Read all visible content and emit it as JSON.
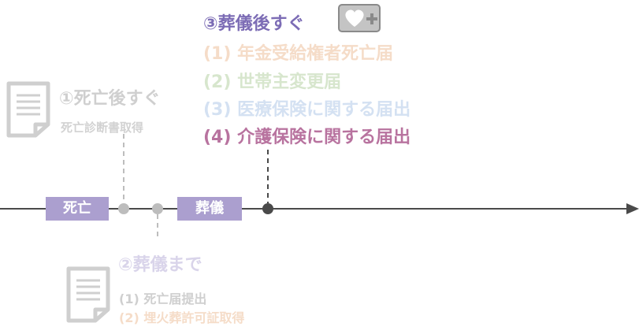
{
  "colors": {
    "timeline": "#4a4a4a",
    "event_box": "#ab9fcf",
    "faded_gray": "#cfcfcf",
    "purple_text": "#7c6cb5",
    "orange_text": "#f5dcc8",
    "green_text": "#d7e6cd",
    "blue_text": "#d4e1f2",
    "highlight_text": "#b8739f"
  },
  "events": {
    "death_label": "死亡",
    "funeral_label": "葬儀"
  },
  "step1": {
    "title": "①死亡後すぐ",
    "items": [
      "死亡診断書取得"
    ]
  },
  "step2": {
    "title": "②葬儀まで",
    "items": [
      "(1) 死亡届提出",
      "(2) 埋火葬許可証取得"
    ]
  },
  "step3": {
    "title": "③葬儀後すぐ",
    "items": [
      "(1) 年金受給権者死亡届",
      "(2) 世帯主変更届",
      "(3) 医療保険に関する届出",
      "(4) 介護保険に関する届出"
    ]
  },
  "icons": {
    "step1": "document-icon",
    "step2": "document-icon",
    "step3": "health-card-icon"
  }
}
